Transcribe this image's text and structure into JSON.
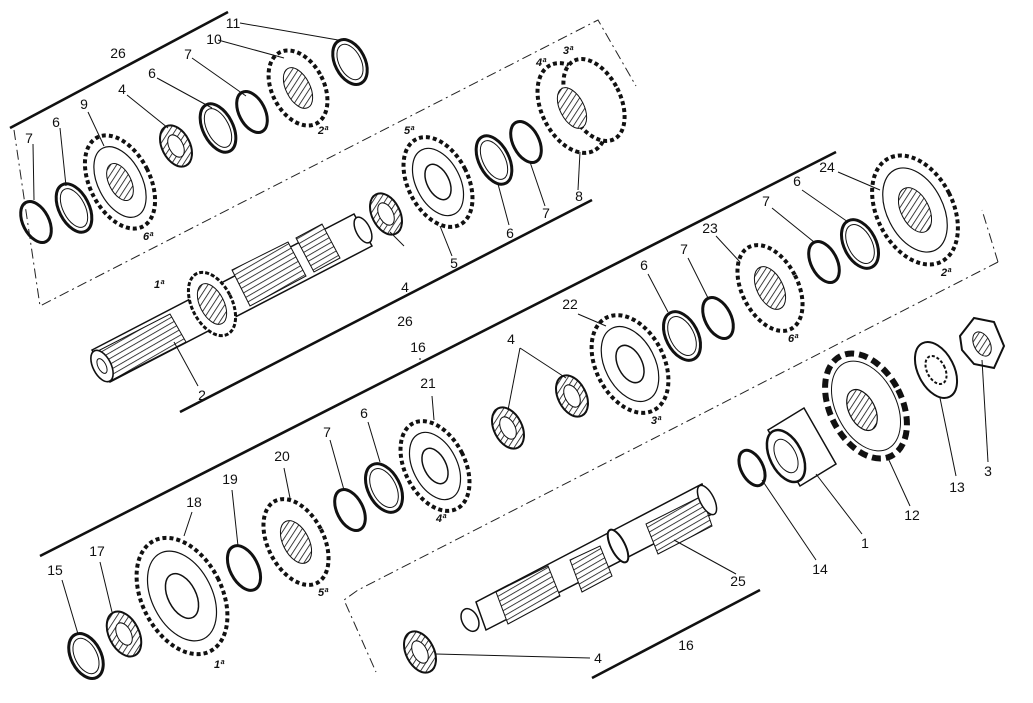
{
  "diagram": {
    "callouts": [
      "1",
      "2",
      "3",
      "4",
      "5",
      "6",
      "7",
      "8",
      "9",
      "10",
      "11",
      "12",
      "13",
      "14",
      "15",
      "16",
      "17",
      "18",
      "19",
      "20",
      "21",
      "22",
      "23",
      "24",
      "25",
      "26"
    ],
    "gear_marks": {
      "first": "1ª",
      "second": "2ª",
      "third": "3ª",
      "fourth": "4ª",
      "fifth": "5ª",
      "sixth": "6ª"
    }
  }
}
